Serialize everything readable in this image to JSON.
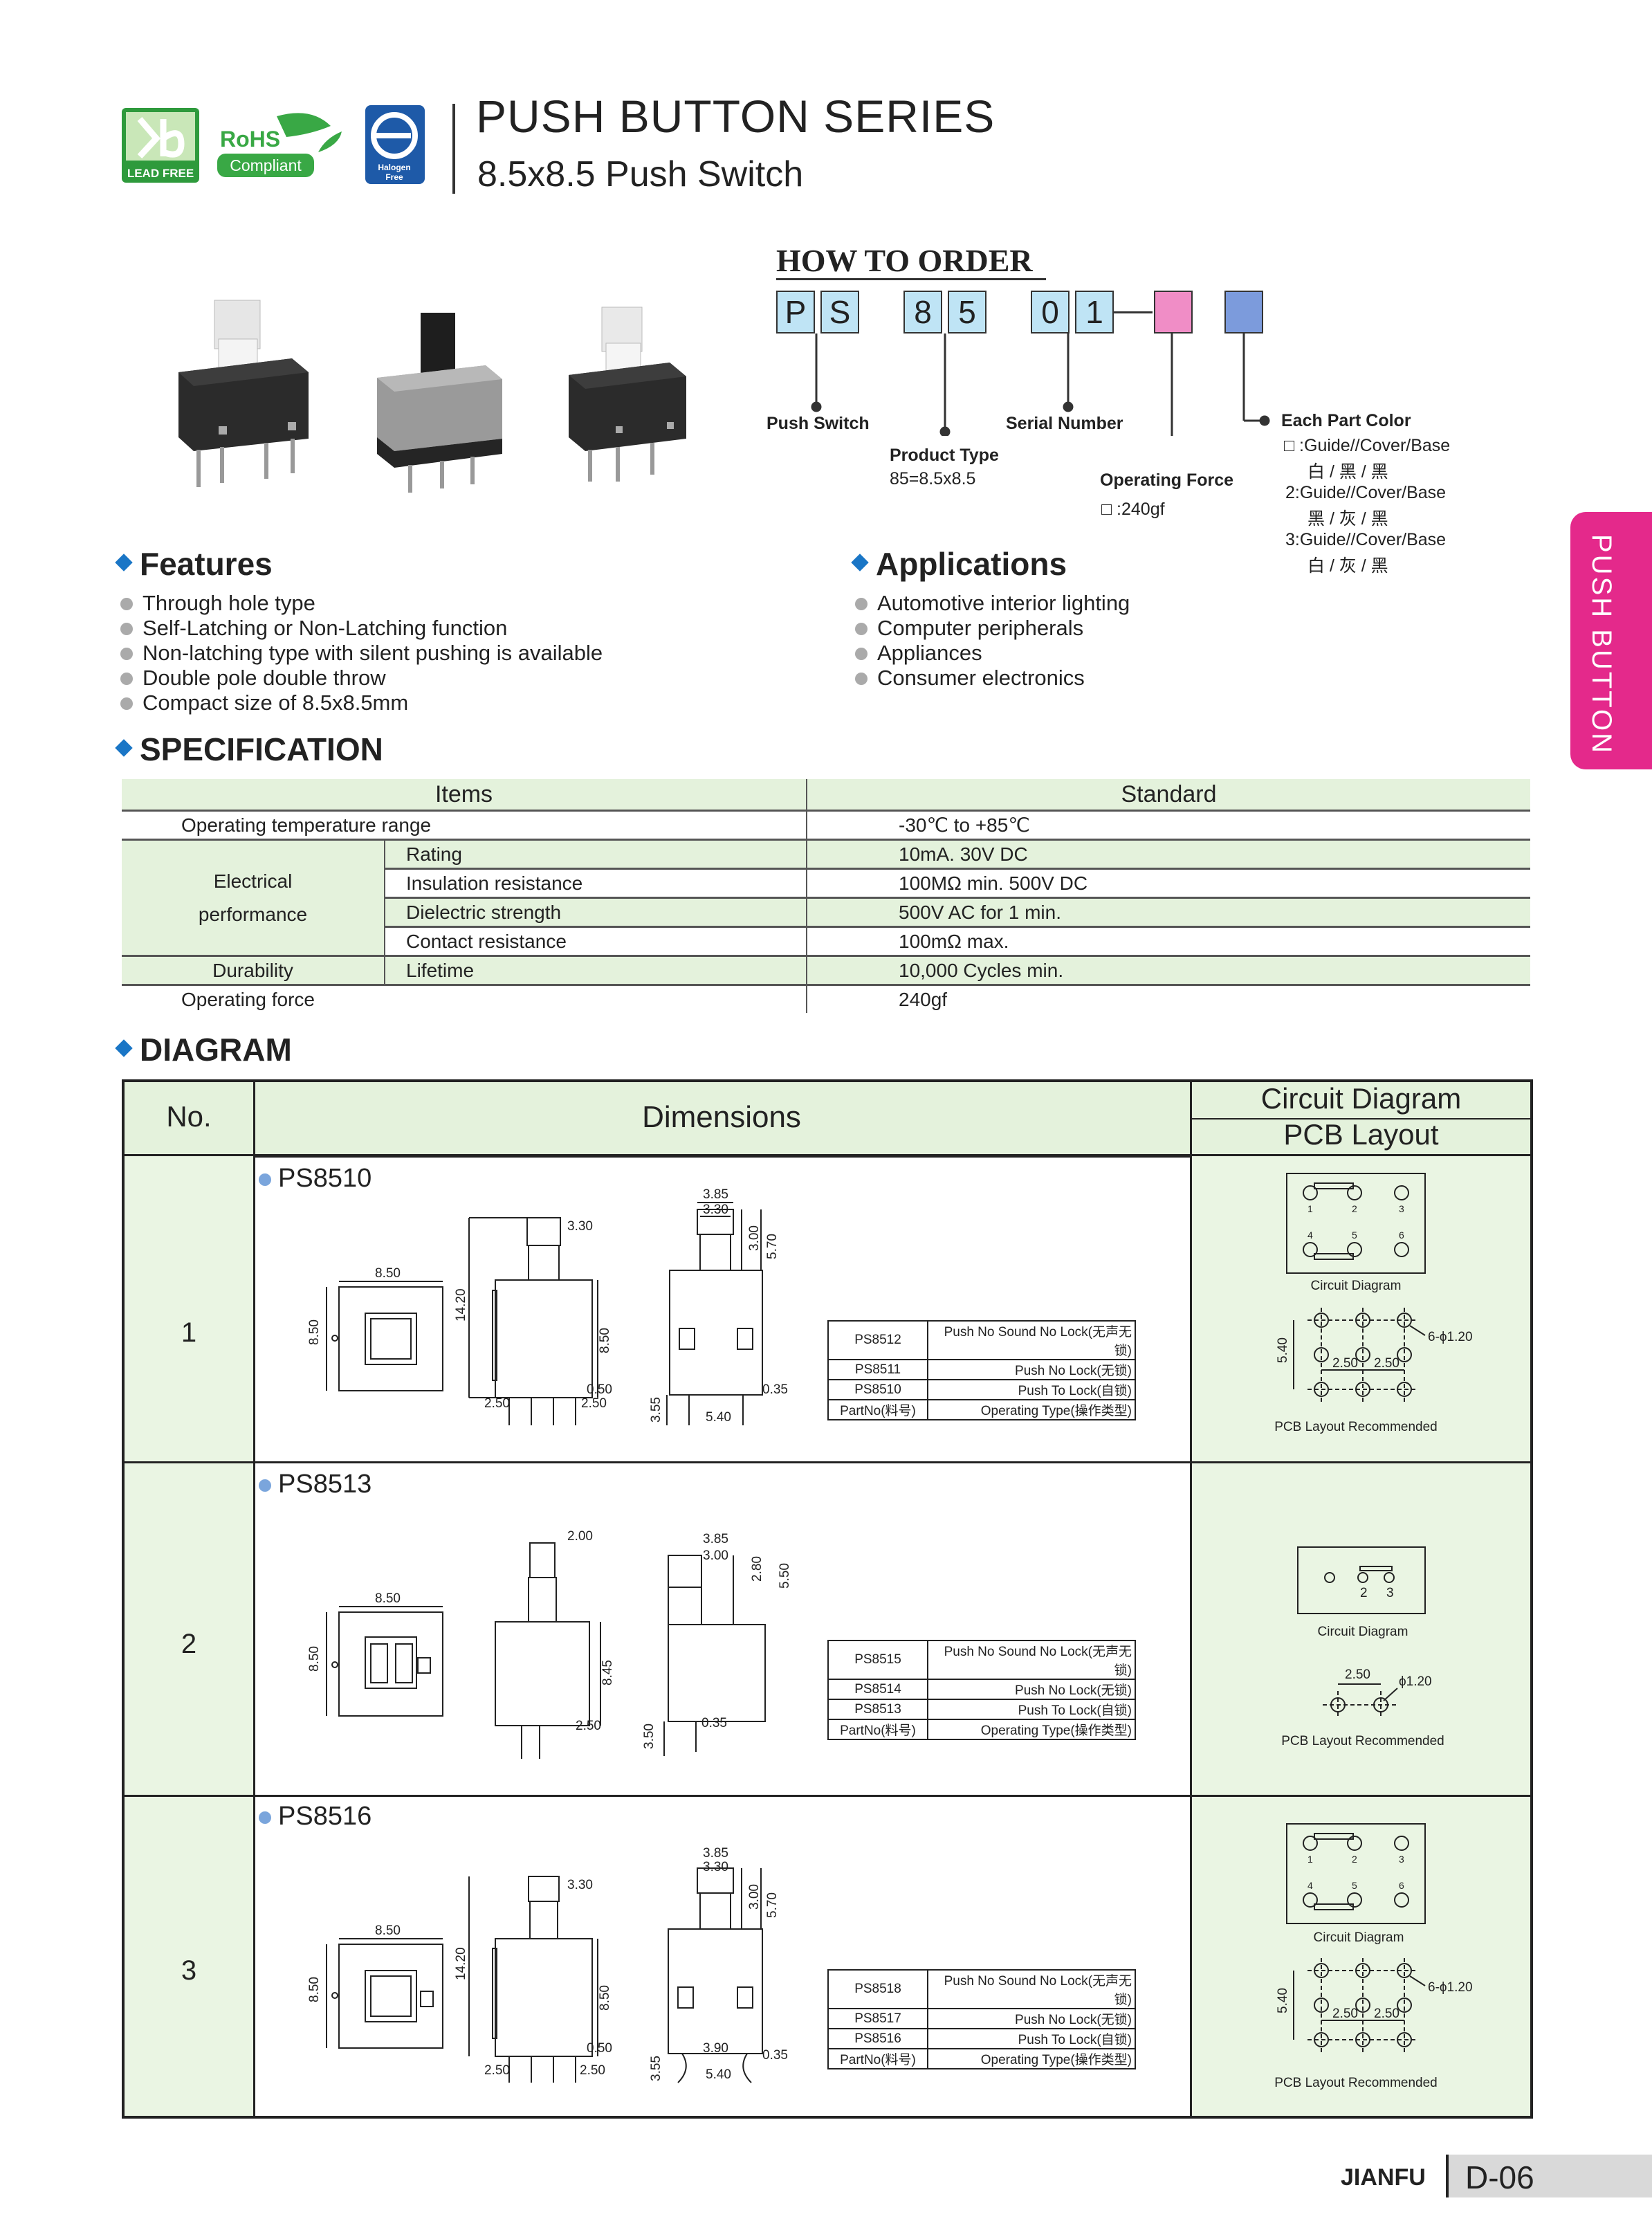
{
  "header": {
    "title": "PUSH BUTTON SERIES",
    "subtitle": "8.5x8.5 Push Switch",
    "logos": {
      "lead_free": "LEAD FREE",
      "rohs": "RoHS",
      "rohs_sub": "Compliant",
      "halogen": "Halogen Free"
    }
  },
  "side_tab": "PUSH BUTTON",
  "how_to_order": {
    "title": "HOW TO ORDER",
    "code": [
      "P",
      "S",
      "8",
      "5",
      "0",
      "1"
    ],
    "color_boxes": [
      "#f08dc6",
      "#7c9bdc"
    ],
    "labels": {
      "push_switch": "Push Switch",
      "product_type": "Product Type",
      "product_type_val": "85=8.5x8.5",
      "serial_number": "Serial Number",
      "operating_force": "Operating Force",
      "operating_force_val": "□ :240gf",
      "each_part_color": "Each Part Color",
      "color_opt1": "□ :Guide//Cover/Base",
      "color_opt1_cn": "白 / 黑 / 黑",
      "color_opt2": "2:Guide//Cover/Base",
      "color_opt2_cn": "黑 / 灰 / 黑",
      "color_opt3": "3:Guide//Cover/Base",
      "color_opt3_cn": "白 / 灰 / 黑"
    }
  },
  "features": {
    "title": "Features",
    "items": [
      "Through hole type",
      "Self-Latching or Non-Latching function",
      "Non-latching type with silent pushing is available",
      "Double pole double throw",
      "Compact size of 8.5x8.5mm"
    ]
  },
  "applications": {
    "title": "Applications",
    "items": [
      "Automotive interior lighting",
      "Computer peripherals",
      "Appliances",
      "Consumer electronics"
    ]
  },
  "specification": {
    "title": "SPECIFICATION",
    "headers": [
      "Items",
      "Standard"
    ],
    "rows": {
      "op_temp": {
        "item": "Operating temperature range",
        "value": "-30℃ to +85℃"
      },
      "electrical_label": [
        "Electrical",
        "performance"
      ],
      "rating": {
        "item": "Rating",
        "value": "10mA. 30V DC"
      },
      "insulation": {
        "item": "Insulation resistance",
        "value": "100MΩ min. 500V DC"
      },
      "dielectric": {
        "item": "Dielectric strength",
        "value": "500V AC for 1 min."
      },
      "contact": {
        "item": "Contact resistance",
        "value": "100mΩ max."
      },
      "durability": {
        "group": "Durability",
        "item": "Lifetime",
        "value": "10,000 Cycles min."
      },
      "op_force": {
        "item": "Operating force",
        "value": "240gf"
      }
    }
  },
  "diagram": {
    "title": "DIAGRAM",
    "headers": {
      "no": "No.",
      "dimensions": "Dimensions",
      "circuit": "Circuit Diagram",
      "pcb": "PCB Layout"
    },
    "circuit_label": "Circuit Diagram",
    "pcb_label": "PCB Layout Recommended",
    "rows": [
      {
        "no": "1",
        "model": "PS8510",
        "dims": {
          "top_w": "8.50",
          "top_h": "8.50",
          "h_total": "14.20",
          "cap": "3.30",
          "body": "8.50",
          "p1": "0.50",
          "p2": "2.50",
          "p3": "2.50",
          "s1": "3.85",
          "s2": "3.30",
          "s3": "3.00",
          "s4": "5.70",
          "s5": "3.55",
          "s6": "0.35",
          "s7": "5.40"
        },
        "table": [
          [
            "PS8512",
            "Push No Sound No Lock(无声无锁)"
          ],
          [
            "PS8511",
            "Push No Lock(无锁)"
          ],
          [
            "PS8510",
            "Push To Lock(自锁)"
          ],
          [
            "PartNo(料号)",
            "Operating Type(操作类型)"
          ]
        ],
        "pcb": {
          "holes": "6-ϕ1.20",
          "h": "5.40",
          "p1": "2.50",
          "p2": "2.50"
        }
      },
      {
        "no": "2",
        "model": "PS8513",
        "dims": {
          "top_w": "8.50",
          "top_h": "8.50",
          "cap": "2.00",
          "body": "8.45",
          "p1": "2.50",
          "s1": "3.85",
          "s2": "3.00",
          "s3": "2.80",
          "s4": "5.50",
          "s5": "3.50",
          "s6": "0.35"
        },
        "table": [
          [
            "PS8515",
            "Push No Sound No Lock(无声无锁)"
          ],
          [
            "PS8514",
            "Push No Lock(无锁)"
          ],
          [
            "PS8513",
            "Push To Lock(自锁)"
          ],
          [
            "PartNo(料号)",
            "Operating Type(操作类型)"
          ]
        ],
        "pcb": {
          "holes": "ϕ1.20",
          "p1": "2.50"
        }
      },
      {
        "no": "3",
        "model": "PS8516",
        "dims": {
          "top_w": "8.50",
          "top_h": "8.50",
          "h_total": "14.20",
          "cap": "3.30",
          "body": "8.50",
          "p1": "0.50",
          "p2": "2.50",
          "p3": "2.50",
          "s1": "3.85",
          "s2": "3.30",
          "s3": "3.00",
          "s4": "5.70",
          "s5": "3.55",
          "s6": "0.35",
          "s7": "5.40",
          "s8": "3.90"
        },
        "table": [
          [
            "PS8518",
            "Push No Sound No Lock(无声无锁)"
          ],
          [
            "PS8517",
            "Push No Lock(无锁)"
          ],
          [
            "PS8516",
            "Push To Lock(自锁)"
          ],
          [
            "PartNo(料号)",
            "Operating Type(操作类型)"
          ]
        ],
        "pcb": {
          "holes": "6-ϕ1.20",
          "h": "5.40",
          "p1": "2.50",
          "p2": "2.50"
        }
      }
    ]
  },
  "footer": {
    "brand": "JIANFU",
    "page": "D-06"
  }
}
